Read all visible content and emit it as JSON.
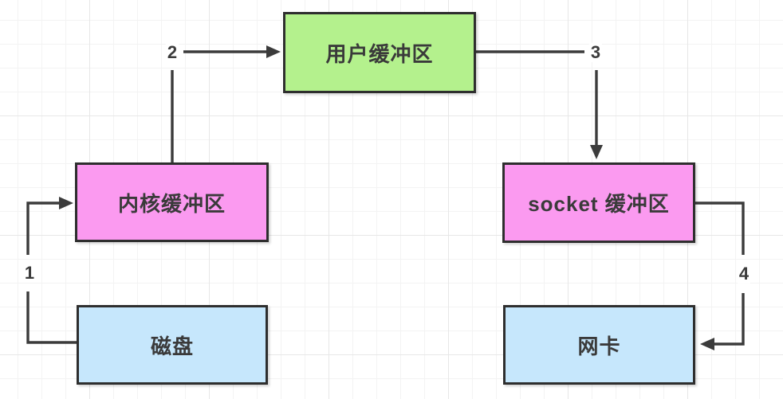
{
  "diagram": {
    "title": "buffer-data-flow",
    "nodes": [
      {
        "id": "user-buffer",
        "label": "用户缓冲区",
        "fill": "#b4f18d"
      },
      {
        "id": "kernel-buffer",
        "label": "内核缓冲区",
        "fill": "#fb9af0"
      },
      {
        "id": "socket-buffer",
        "label": "socket 缓冲区",
        "fill": "#fb9af0"
      },
      {
        "id": "disk",
        "label": "磁盘",
        "fill": "#c6e7fc"
      },
      {
        "id": "nic",
        "label": "网卡",
        "fill": "#c6e7fc"
      }
    ],
    "edges": [
      {
        "label": "1",
        "from": "disk",
        "to": "kernel-buffer"
      },
      {
        "label": "2",
        "from": "kernel-buffer",
        "to": "user-buffer"
      },
      {
        "label": "3",
        "from": "user-buffer",
        "to": "socket-buffer"
      },
      {
        "label": "4",
        "from": "socket-buffer",
        "to": "nic"
      }
    ],
    "colors": {
      "node_border": "#2e2e2e",
      "connector": "#3b3b3b",
      "text": "#3a3a3a",
      "green_fill": "#b4f18d",
      "pink_fill": "#fb9af0",
      "blue_fill": "#c6e7fc",
      "grid_minor": "#f3f3f3",
      "grid_major": "#e7e7e7",
      "background": "#ffffff"
    }
  }
}
